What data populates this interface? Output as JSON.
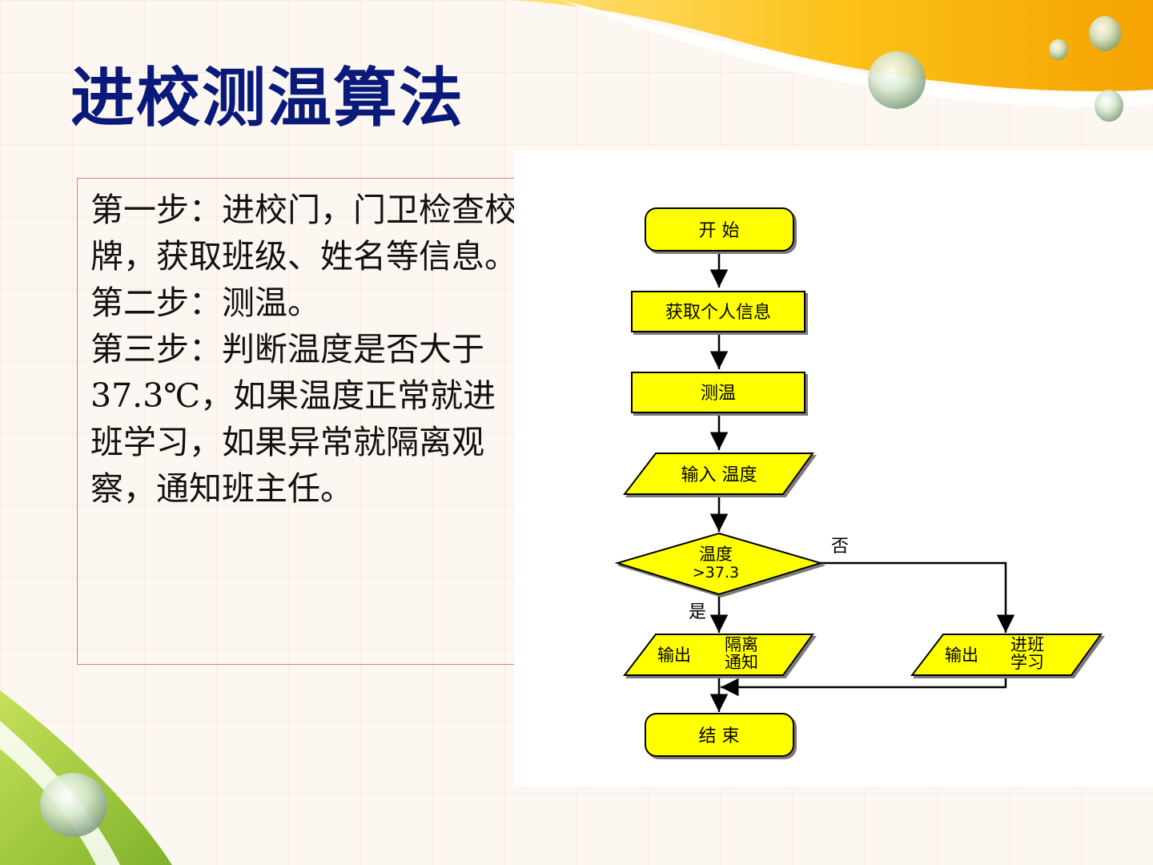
{
  "slide": {
    "title": "进校测温算法",
    "steps": [
      "第一步：进校门，门卫检查校牌，获取班级、姓名等信息。",
      "第二步：测温。",
      "第三步：判断温度是否大于 37.3℃，如果温度正常就进班学习，如果异常就隔离观察，通知班主任。"
    ]
  },
  "flowchart": {
    "start": "开 始",
    "get_info": "获取个人信息",
    "measure": "测温",
    "input": "输入 温度",
    "decision_line1": "温度",
    "decision_line2": ">37.3",
    "yes_label": "是",
    "no_label": "否",
    "output_yes_prefix": "输出",
    "output_yes_line1": "隔离",
    "output_yes_line2": "通知",
    "output_no_prefix": "输出",
    "output_no_line1": "进班",
    "output_no_line2": "学习",
    "end": "结 束"
  },
  "colors": {
    "title": "#0a1a7a",
    "node_fill": "#ffff00",
    "accent_orange": "#f6a800",
    "accent_green": "#8cc63f"
  }
}
